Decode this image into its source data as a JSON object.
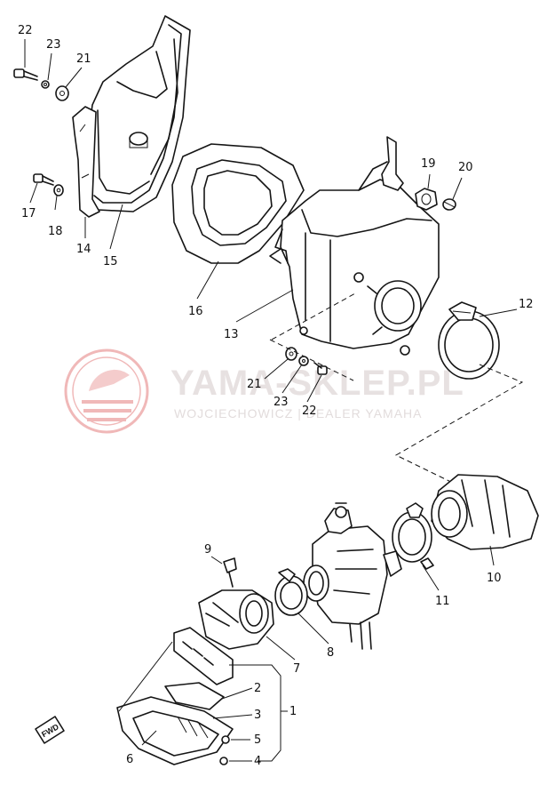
{
  "watermark": {
    "brand": "YAMA-SKLEP.PL",
    "dealer": "WOJCIECHOWICZ | DEALER YAMAHA"
  },
  "fwd_label": "FWD",
  "callouts": {
    "p22a": "22",
    "p23a": "23",
    "p21a": "21",
    "p17": "17",
    "p18": "18",
    "p14": "14",
    "p15": "15",
    "p16": "16",
    "p13": "13",
    "p19": "19",
    "p20": "20",
    "p12": "12",
    "p21b": "21",
    "p23b": "23",
    "p22b": "22",
    "p10": "10",
    "p11": "11",
    "p9": "9",
    "p8": "8",
    "p7": "7",
    "p2": "2",
    "p3": "3",
    "p1": "1",
    "p5": "5",
    "p4": "4",
    "p6": "6"
  },
  "colors": {
    "line": "#151515",
    "watermark_logo": "#f0b8b8",
    "watermark_text": "#e7e1e1"
  }
}
